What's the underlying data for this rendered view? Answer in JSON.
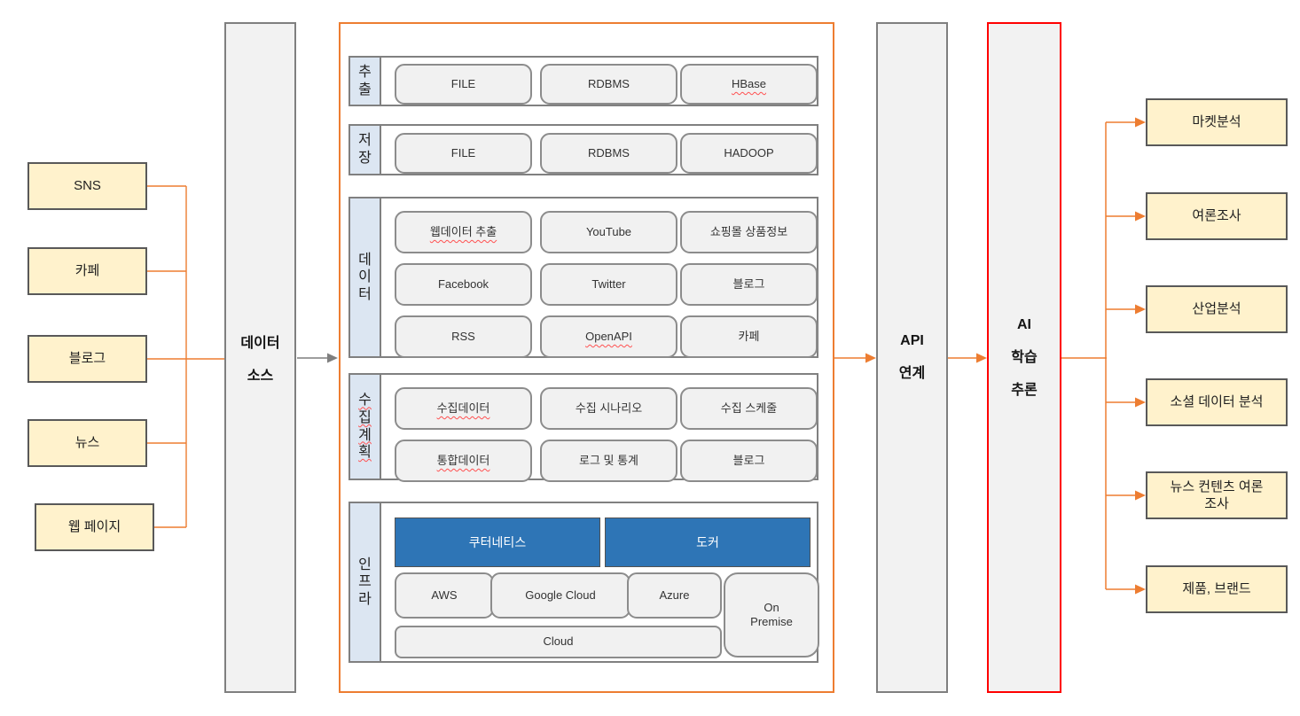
{
  "sources": {
    "items": [
      "SNS",
      "카페",
      "블로그",
      "뉴스",
      "웹 페이지"
    ]
  },
  "data_source_column": {
    "lines": [
      "데이터",
      "소스"
    ]
  },
  "pipeline": {
    "extract": {
      "label": "추출",
      "items": [
        "FILE",
        "RDBMS",
        "HBase"
      ]
    },
    "store": {
      "label": "저장",
      "items": [
        "FILE",
        "RDBMS",
        "HADOOP"
      ]
    },
    "data": {
      "label": "데이터",
      "rows": [
        [
          "웹데이터 추출",
          "YouTube",
          "쇼핑몰 상품정보"
        ],
        [
          "Facebook",
          "Twitter",
          "블로그"
        ],
        [
          "RSS",
          "OpenAPI",
          "카페"
        ]
      ]
    },
    "plan": {
      "label": "수집계획",
      "rows": [
        [
          "수집데이터",
          "수집 시나리오",
          "수집 스케줄"
        ],
        [
          "통합데이터",
          "로그 및 통계",
          "블로그"
        ]
      ]
    },
    "infra": {
      "label": "인프라",
      "platforms": [
        "쿠터네티스",
        "도커"
      ],
      "clouds": [
        "AWS",
        "Google Cloud",
        "Azure"
      ],
      "on_premise": "On Premise",
      "cloud_bar": "Cloud"
    }
  },
  "api_column": {
    "lines": [
      "API",
      "연계"
    ]
  },
  "ai_column": {
    "lines": [
      "AI",
      "학습",
      "추론"
    ]
  },
  "outputs": {
    "items": [
      "마켓분석",
      "여론조사",
      "산업분석",
      "소셜 데이터 분석",
      "뉴스 컨텐츠 여론조사",
      "제품, 브랜드"
    ]
  },
  "colors": {
    "accent_orange": "#ED7D31",
    "accent_red": "#FF0000",
    "source_yellow": "#FFF2CC",
    "column_gray": "#F2F2F2",
    "platform_blue": "#2E75B6",
    "label_blue": "#DCE6F2",
    "connector_gray": "#7F7F7F"
  }
}
